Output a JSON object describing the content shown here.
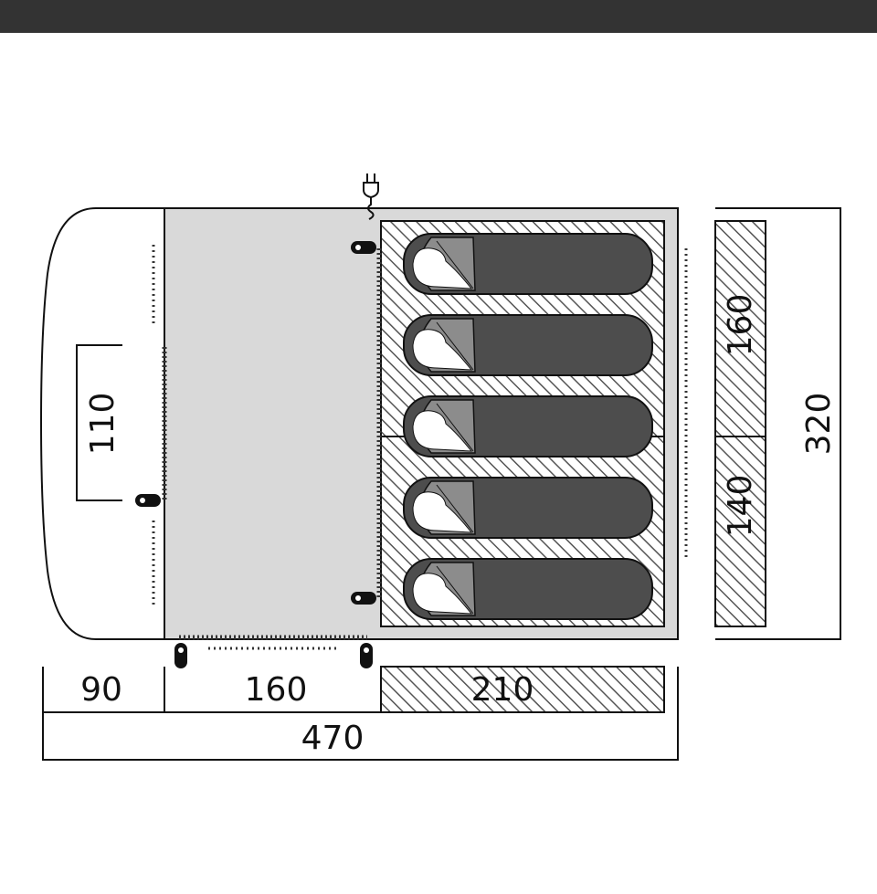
{
  "colors": {
    "top_bar": "#333333",
    "outline": "#111111",
    "living_area_fill": "#d9d9d9",
    "sleeping_bag_fill": "#4d4d4d",
    "bag_hood_fill": "#8c8c8c"
  },
  "icons": {
    "power": "power-plug-icon",
    "door_toggle": "door-toggle-icon"
  },
  "dimensions": {
    "porch_depth": "110",
    "bedroom_width_top": "160",
    "bedroom_width_bottom": "140",
    "total_width": "320",
    "porch_length": "90",
    "living_length": "160",
    "bedroom_length": "210",
    "total_length": "470"
  },
  "sleeping_bags": [
    {
      "name": "sleeping-bag-1"
    },
    {
      "name": "sleeping-bag-2"
    },
    {
      "name": "sleeping-bag-3"
    },
    {
      "name": "sleeping-bag-4"
    },
    {
      "name": "sleeping-bag-5"
    }
  ]
}
